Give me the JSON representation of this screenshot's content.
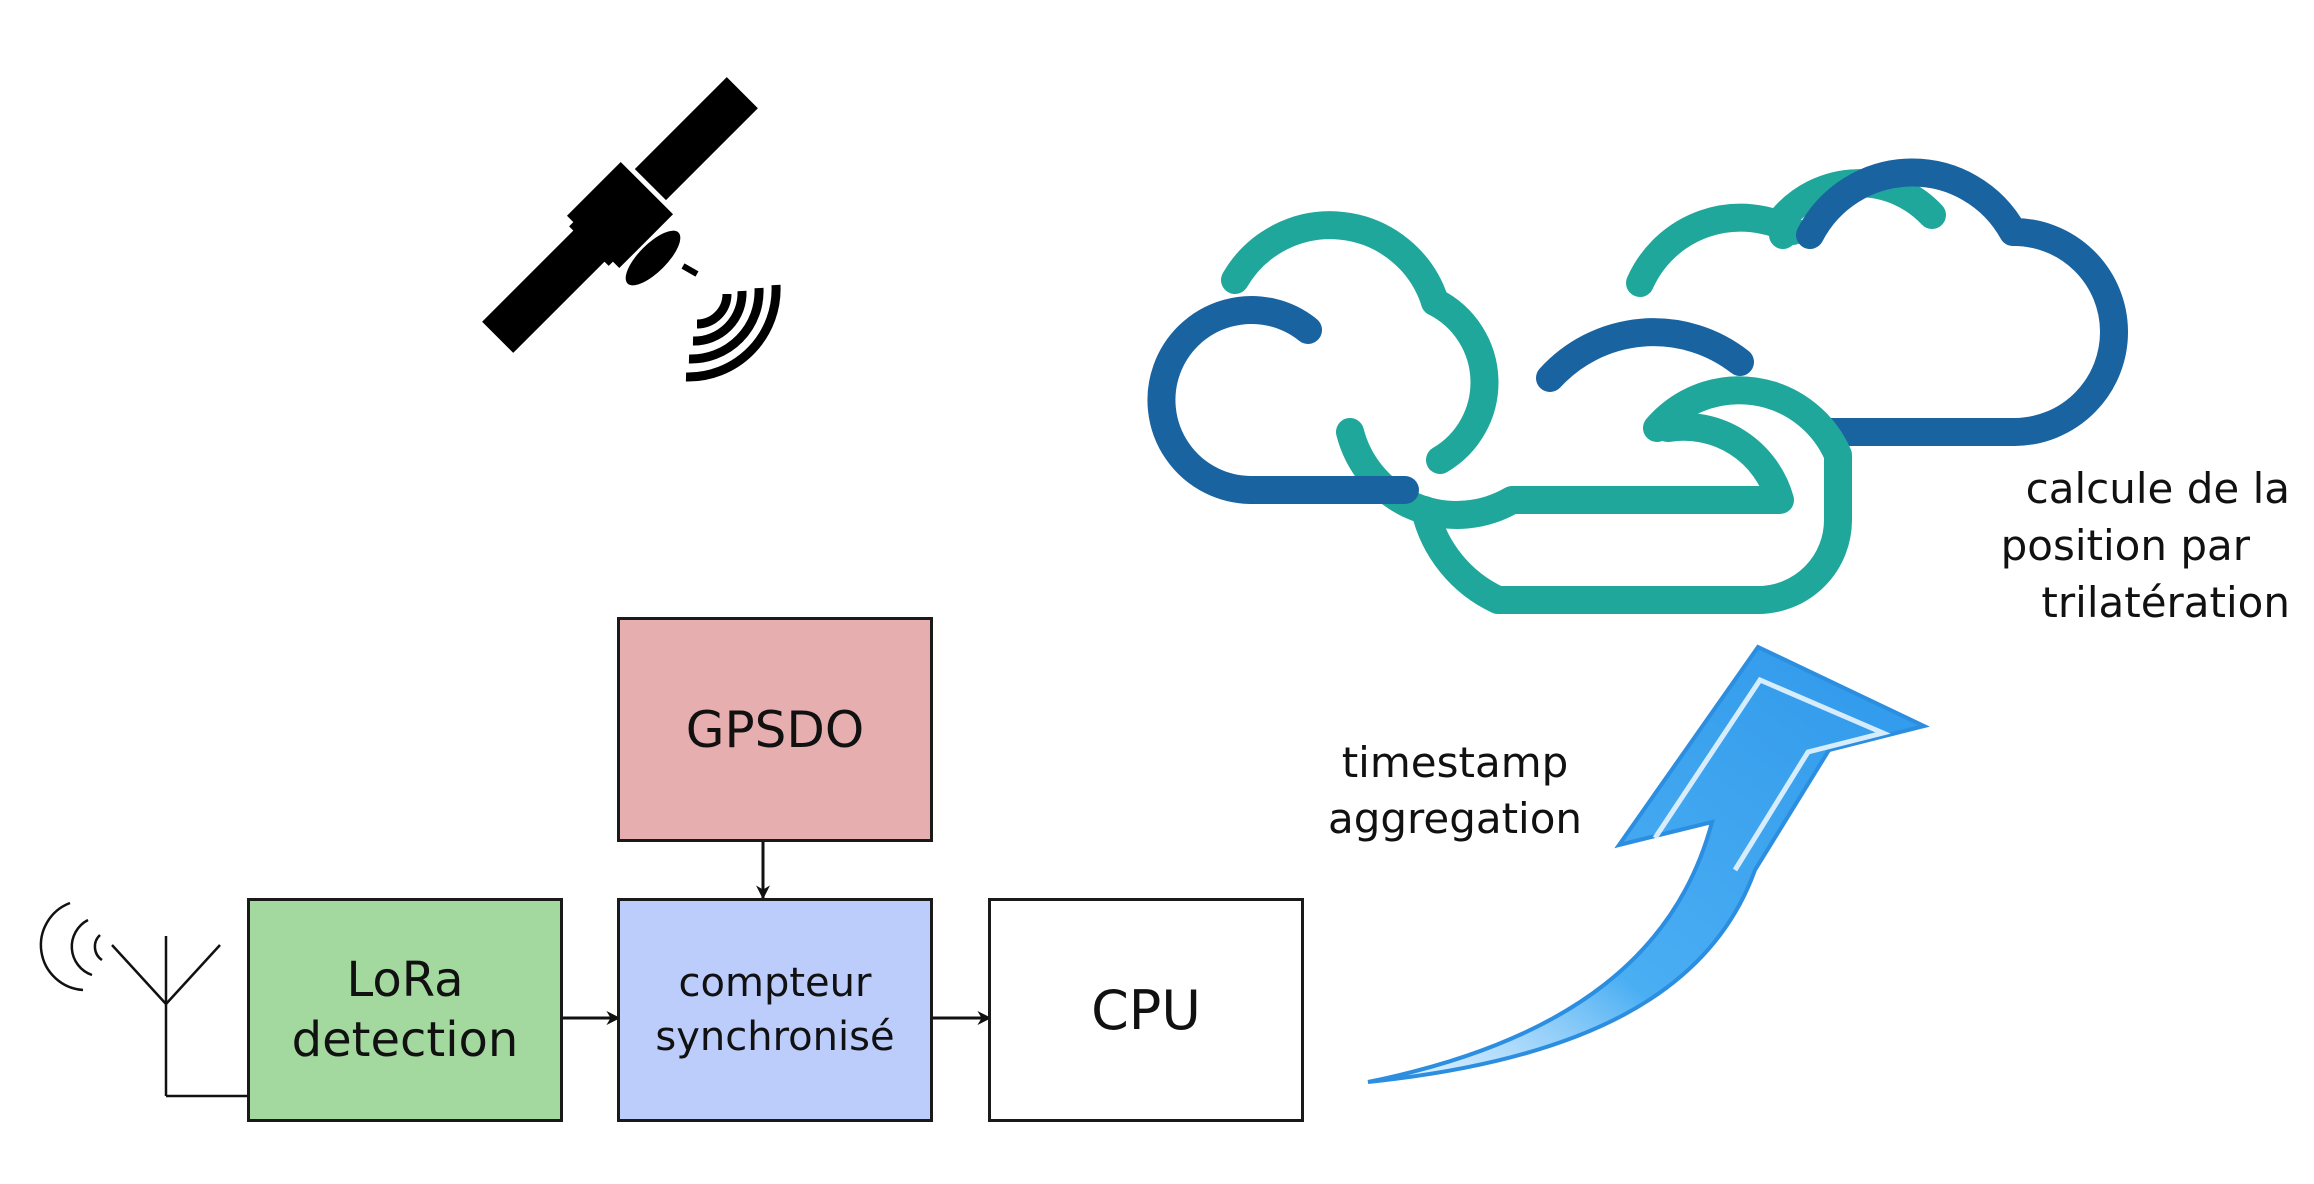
{
  "blocks": {
    "gpsdo": "GPSDO",
    "lora_line1": "LoRa",
    "lora_line2": "detection",
    "counter_line1": "compteur",
    "counter_line2": "synchronisé",
    "cpu": "CPU"
  },
  "labels": {
    "aggregation_line1": "timestamp",
    "aggregation_line2": "aggregation",
    "cloud_line1": "calcule de la",
    "cloud_line2": "position par",
    "cloud_line3": "trilatération"
  },
  "icons": {
    "satellite": "satellite-icon",
    "cloud": "cloud-icon",
    "antenna": "antenna-icon",
    "arrow": "curved-arrow-icon"
  },
  "colors": {
    "gpsdo": "#e6aeae",
    "lora": "#a3d99f",
    "counter": "#bccdfc",
    "cpu": "#ffffff",
    "cloud_teal": "#20a79b",
    "cloud_blue": "#1a63a1",
    "arrow_blue": "#4aaef3"
  }
}
